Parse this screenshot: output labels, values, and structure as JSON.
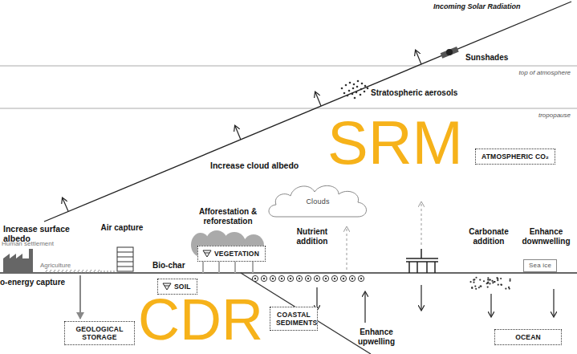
{
  "diagram": {
    "nodes": [
      {
        "text": [
          "ATMOSPHERIC CO₂"
        ]
      },
      {
        "text": [
          "Clouds"
        ]
      },
      {
        "text": [
          "VEGETATION"
        ]
      },
      {
        "text": [
          "Sea ice"
        ]
      },
      {
        "text": [
          "SOIL"
        ]
      },
      {
        "text": [
          "COASTAL SEDIMENTS"
        ]
      },
      {
        "text": [
          "GEOLOGICAL STORAGE"
        ]
      },
      {
        "text": [
          "OCEAN"
        ]
      }
    ],
    "labels": [
      "Incoming Solar Radiation",
      "Sunshades",
      "top of atmosphere",
      "Stratospheric aerosols",
      "tropopause",
      "SRM",
      "Increase cloud albedo",
      "Increase surface albedo",
      "Human settlement",
      "Air capture",
      "Afforestation & reforestation",
      "Agriculture",
      "Bio-char",
      "Nutrient addition",
      "Carbonate addition",
      "Enhance downwelling",
      "o-energy capture",
      "Enhance upwelling",
      "CDR"
    ]
  }
}
